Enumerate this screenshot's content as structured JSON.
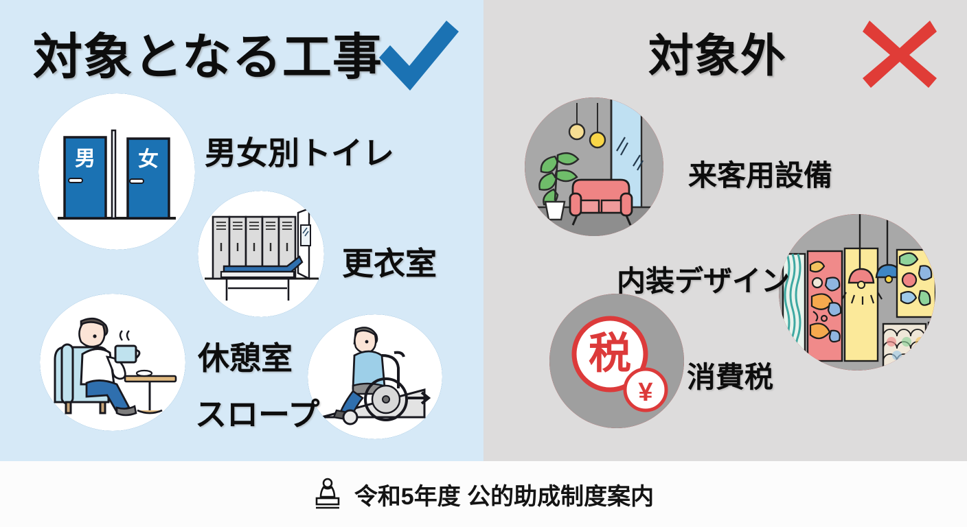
{
  "eligible": {
    "heading": "対象となる工事",
    "status_icon": "check-icon",
    "accent_color": "#1b72b3",
    "background_color": "#d6e9f7",
    "items": [
      {
        "label": "男女別トイレ",
        "icon": "toilet-doors-icon",
        "door_left_text": "男",
        "door_right_text": "女"
      },
      {
        "label": "更衣室",
        "icon": "locker-room-icon"
      },
      {
        "label": "休憩室",
        "icon": "break-room-icon"
      },
      {
        "label": "スロープ",
        "icon": "wheelchair-ramp-icon"
      }
    ]
  },
  "ineligible": {
    "heading": "対象外",
    "status_icon": "cross-icon",
    "accent_color": "#e03030",
    "background_color": "#dddcdc",
    "items": [
      {
        "label": "来客用設備",
        "icon": "lounge-sofa-icon"
      },
      {
        "label": "内装デザイン",
        "icon": "interior-swatches-icon"
      },
      {
        "label": "消費税",
        "icon": "tax-stamp-icon",
        "stamp_text": "税",
        "currency_text": "¥"
      }
    ]
  },
  "footer": {
    "icon": "stamp-icon",
    "text": "令和5年度 公的助成制度案内"
  }
}
